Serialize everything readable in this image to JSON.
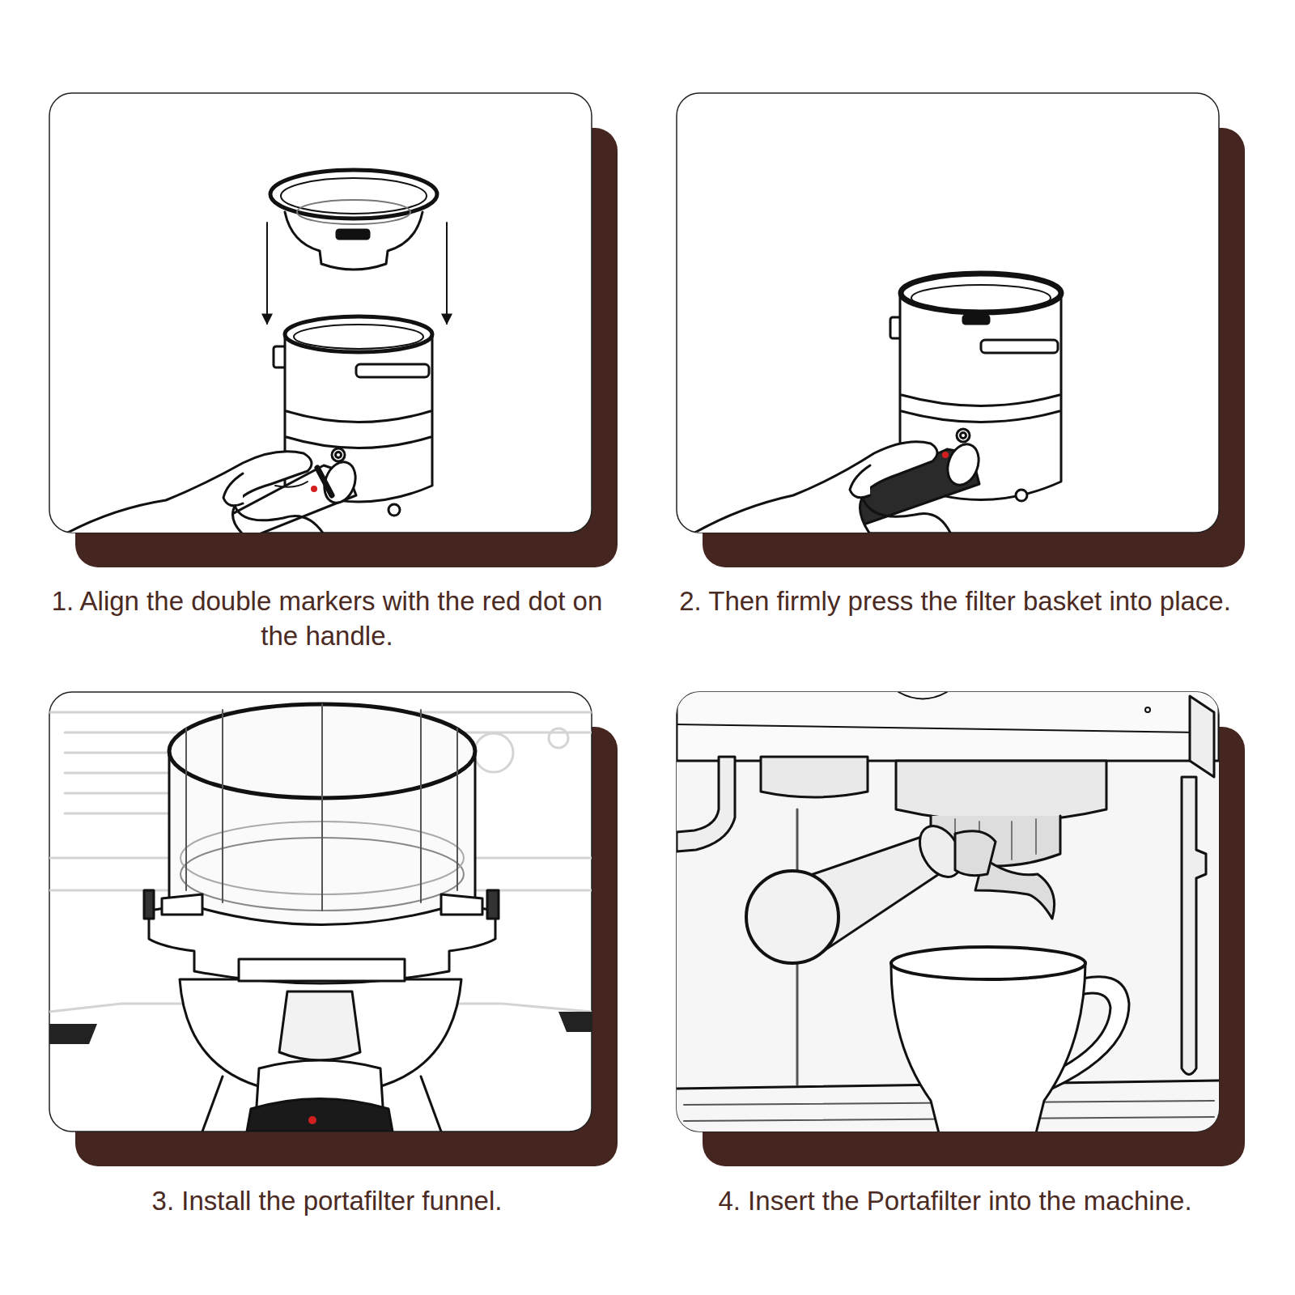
{
  "diagram": {
    "labels": [
      "1. Align the double markers with the red dot on the handle.",
      "2. Then firmly press the filter basket into place.",
      "3. Install the portafilter funnel.",
      "4. Insert the Portafilter into the machine."
    ]
  }
}
